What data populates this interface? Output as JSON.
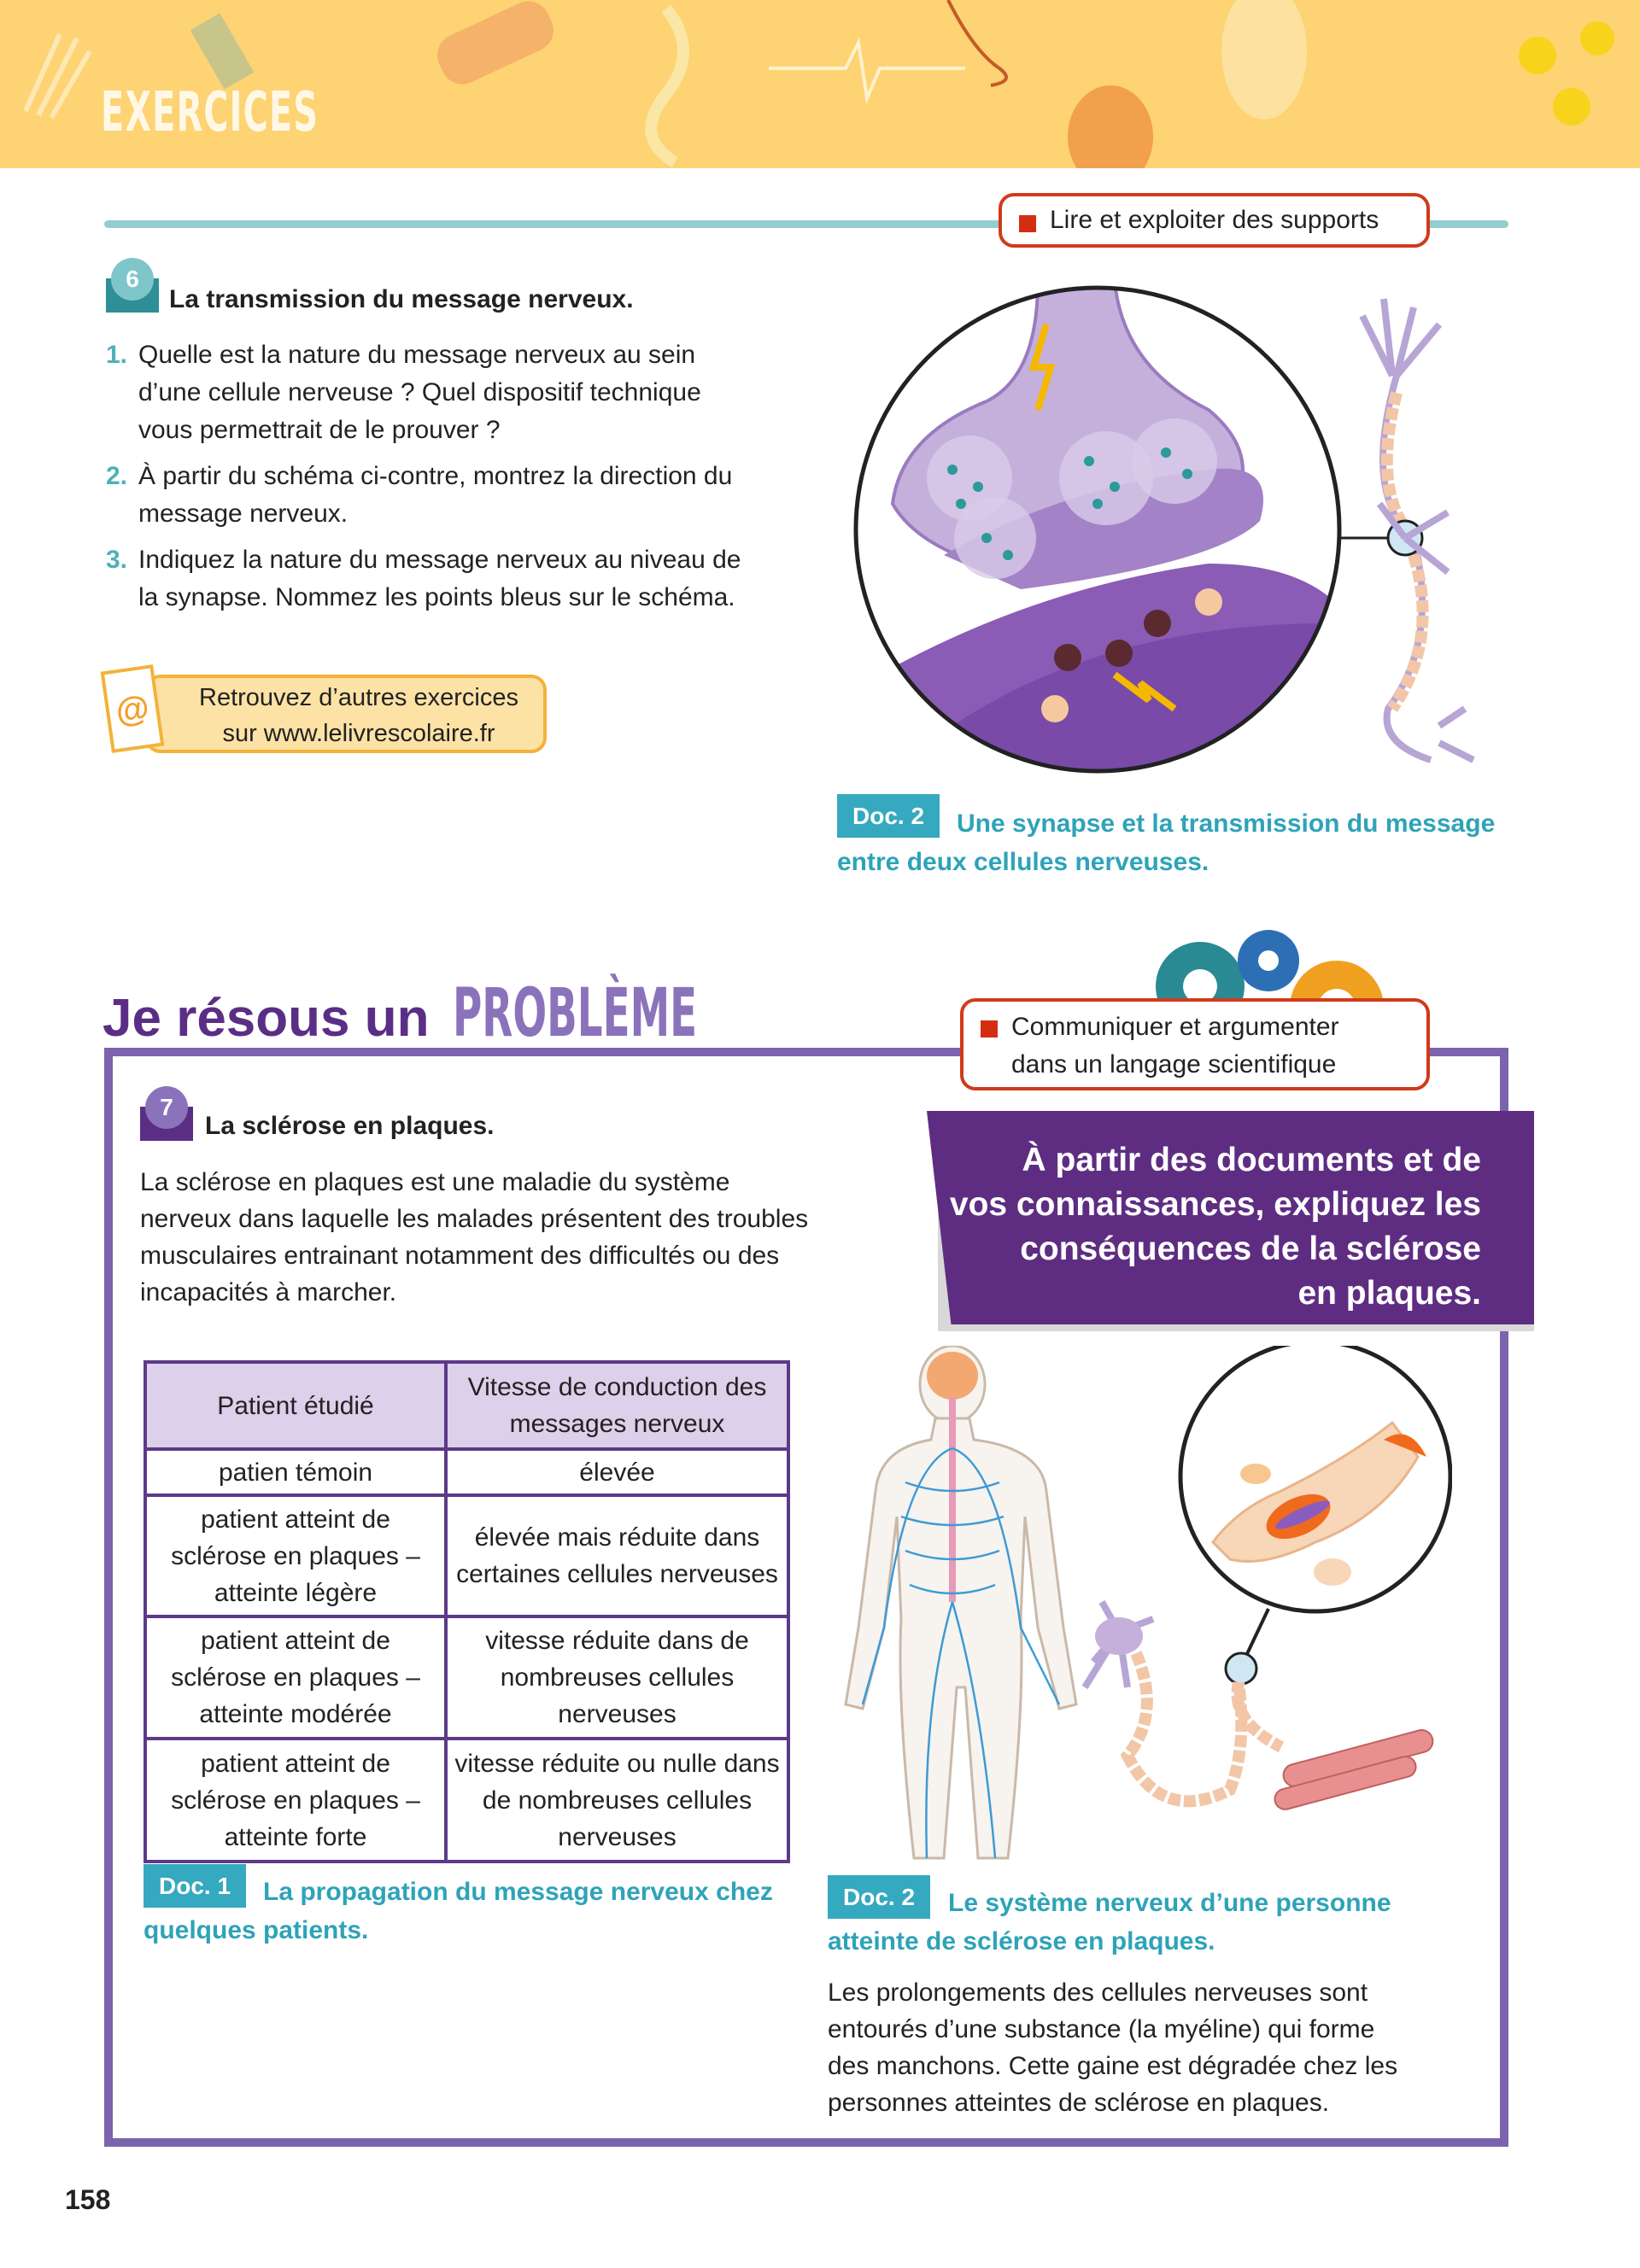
{
  "header": {
    "title": "EXERCICES"
  },
  "exercise6": {
    "skill": "Lire et exploiter des supports",
    "number": "6",
    "title": "La transmission du message nerveux.",
    "questions": [
      {
        "n": "1.",
        "lines": [
          "Quelle est la nature du message nerveux au sein",
          "d’une cellule nerveuse ? Quel dispositif technique",
          "vous permettrait de le prouver ?"
        ]
      },
      {
        "n": "2.",
        "lines": [
          "À partir du schéma ci-contre, montrez la direction du",
          "message nerveux."
        ]
      },
      {
        "n": "3.",
        "lines": [
          "Indiquez la nature du message nerveux au niveau de",
          "la synapse. Nommez les points bleus sur le schéma."
        ]
      }
    ],
    "web": {
      "line1": "Retrouvez d’autres exercices",
      "line2": "sur www.lelivrescolaire.fr",
      "icon": "@"
    },
    "doc2": {
      "label": "Doc. 2",
      "caption1": "Une synapse et la transmission du message",
      "caption2": "entre deux cellules nerveuses."
    }
  },
  "problem": {
    "heading_a": "Je résous un",
    "heading_b": "PROBLÈME",
    "skill_line1": "Communiquer et argumenter",
    "skill_line2": "dans un langage scientifique",
    "number": "7",
    "title": "La sclérose en plaques.",
    "intro": [
      "La sclérose en plaques est une maladie du système",
      "nerveux dans laquelle les malades présentent des troubles",
      "musculaires entrainant notamment des difficultés ou des",
      "incapacités à marcher."
    ],
    "task": [
      "À partir des documents et de",
      "vos connaissances, expliquez les",
      "conséquences de la sclérose",
      "en plaques."
    ],
    "table": {
      "headers": [
        "Patient étudié",
        "Vitesse de conduction des messages nerveux"
      ],
      "rows": [
        [
          "patien témoin",
          "élevée"
        ],
        [
          "patient atteint de sclérose en plaques – atteinte légère",
          "élevée mais réduite dans certaines cellules nerveuses"
        ],
        [
          "patient atteint de sclérose en plaques – atteinte modérée",
          "vitesse réduite dans de nombreuses cellules nerveuses"
        ],
        [
          "patient atteint de sclérose en plaques – atteinte forte",
          "vitesse réduite ou nulle dans de nombreuses cellules nerveuses"
        ]
      ]
    },
    "doc1": {
      "label": "Doc. 1",
      "caption1": "La propagation du message nerveux chez",
      "caption2": "quelques patients."
    },
    "doc2": {
      "label": "Doc. 2",
      "caption1": "Le système nerveux d’une personne",
      "caption2": "atteinte de sclérose en plaques.",
      "text": [
        "Les prolongements des cellules nerveuses sont",
        "entourés d’une substance (la myéline) qui forme",
        "des manchons. Cette gaine est dégradée chez les",
        "personnes atteintes de sclérose en plaques."
      ]
    }
  },
  "page_number": "158"
}
